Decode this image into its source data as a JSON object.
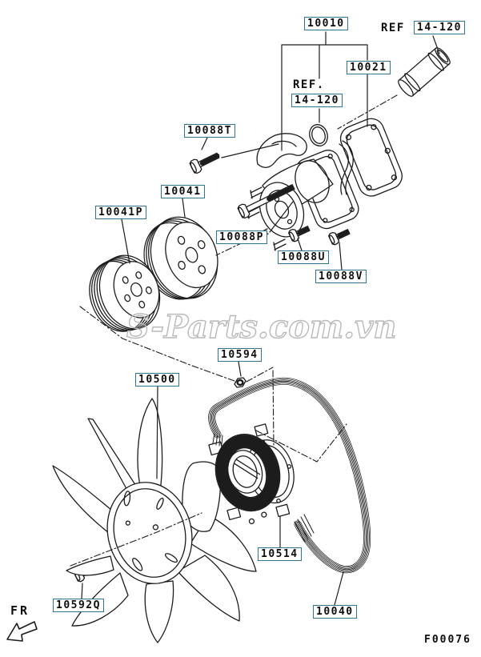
{
  "figure": {
    "code": "F00076",
    "front_marker": "FR"
  },
  "watermark": "S-Parts.com.vn",
  "colors": {
    "label_border": "#2e7391",
    "line_art": "#1c1c1c",
    "watermark_gray": "#b9b9b9"
  },
  "ref_labels": {
    "top": {
      "prefix": "REF",
      "code": "14-120"
    },
    "mid": {
      "prefix": "REF.",
      "code": "14-120"
    }
  },
  "part_labels": {
    "p10010": "10010",
    "p10021": "10021",
    "p10088T": "10088T",
    "p10041": "10041",
    "p10041P": "10041P",
    "p10088P": "10088P",
    "p10088U": "10088U",
    "p10088V": "10088V",
    "p10594": "10594",
    "p10500": "10500",
    "p10514": "10514",
    "p10040": "10040",
    "p10592Q": "10592Q"
  }
}
